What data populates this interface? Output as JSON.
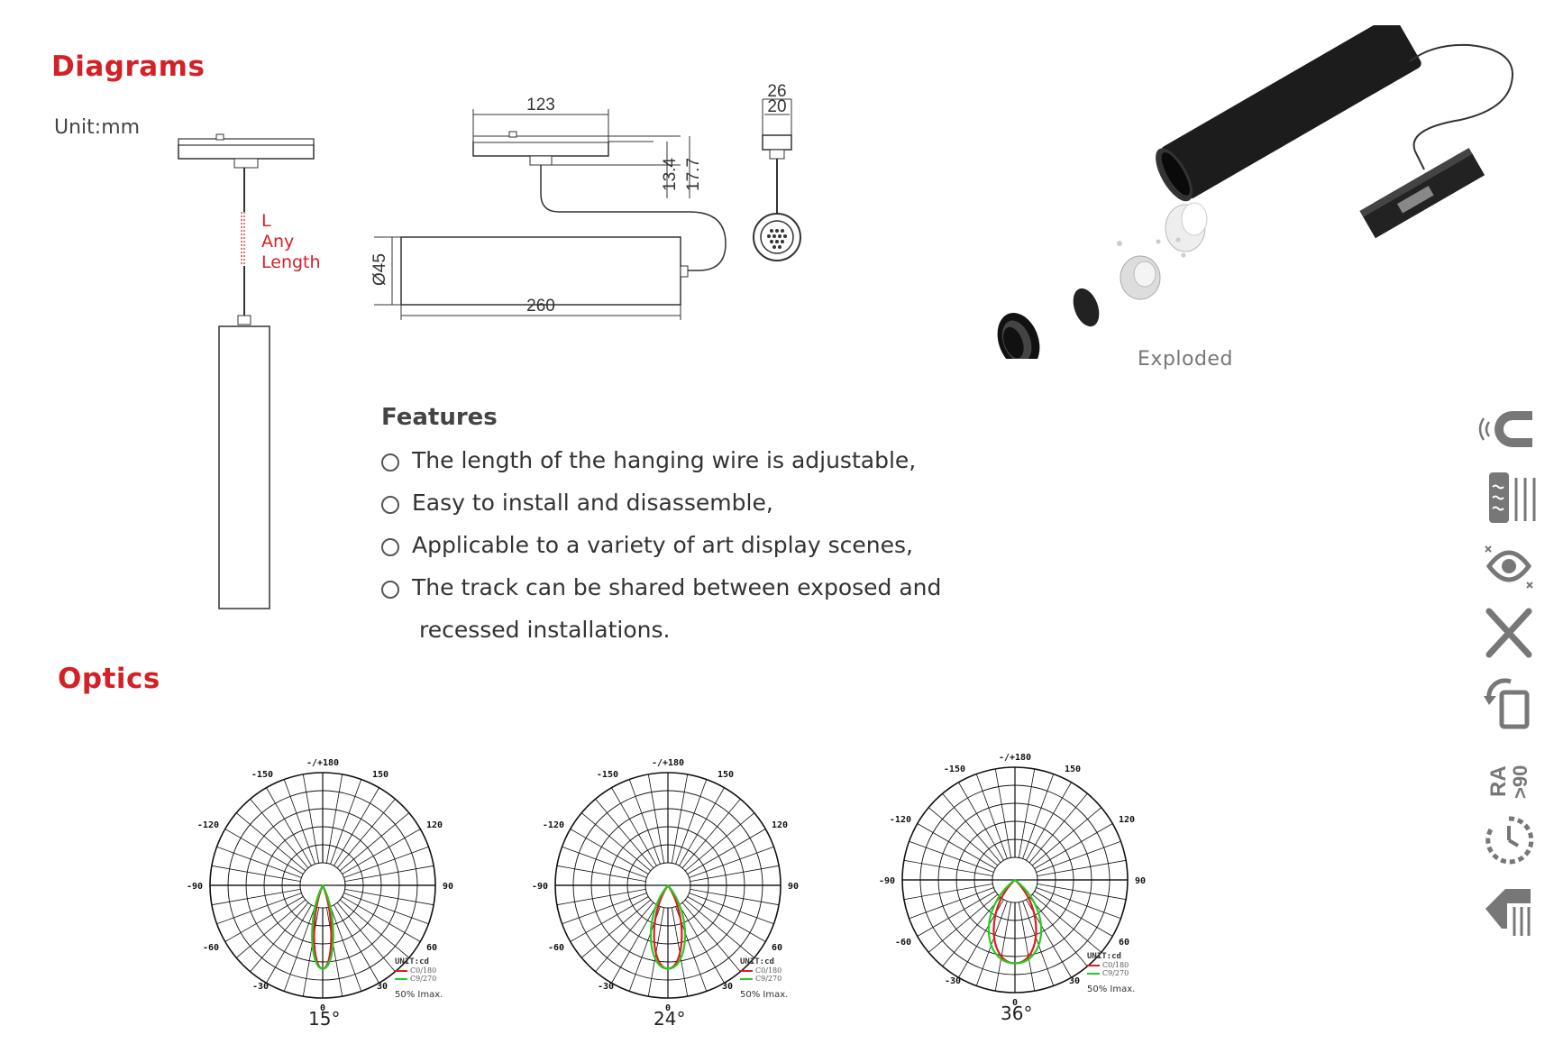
{
  "sections": {
    "diagrams_title": "Diagrams",
    "optics_title": "Optics"
  },
  "diagram": {
    "unit": "Unit:mm",
    "length_label": [
      "L",
      "Any",
      "Length"
    ],
    "dim_123": "123",
    "dim_260": "260",
    "dim_d45": "Ø45",
    "dim_13_4": "13.4",
    "dim_17_7": "17.7",
    "dim_26": "26",
    "dim_20": "20",
    "exploded_label": "Exploded"
  },
  "features": {
    "title": "Features",
    "items": [
      "The length of the hanging wire is adjustable,",
      "Easy to install and disassemble,",
      "Applicable to a variety of art display scenes,",
      "The track can be shared between exposed and"
    ],
    "continuation": "recessed installations."
  },
  "optics": {
    "angle_labels": [
      "-/+180",
      "-150",
      "150",
      "-120",
      "120",
      "-90",
      "90",
      "-60",
      "60",
      "-30",
      "30",
      "0"
    ],
    "unit_label": "UNIT:cd",
    "legend": [
      "C0/180",
      "C9/270"
    ],
    "imax_label": "50% Imax.",
    "charts": [
      {
        "beam_label": "15°",
        "beam_angle": 15
      },
      {
        "beam_label": "24°",
        "beam_angle": 24
      },
      {
        "beam_label": "36°",
        "beam_angle": 36
      }
    ],
    "colors": {
      "c0": "#e41a1c",
      "c90": "#22cc22"
    }
  },
  "side_icons": [
    "magnetic-icon",
    "heat-dissipation-icon",
    "anti-glare-eye-icon",
    "tool-free-install-icon",
    "rotatable-icon",
    "ra-90-icon",
    "dimmable-icon",
    "track-mount-icon"
  ],
  "side_icon_text": {
    "ra": "RA",
    "ra_value": ">90"
  }
}
